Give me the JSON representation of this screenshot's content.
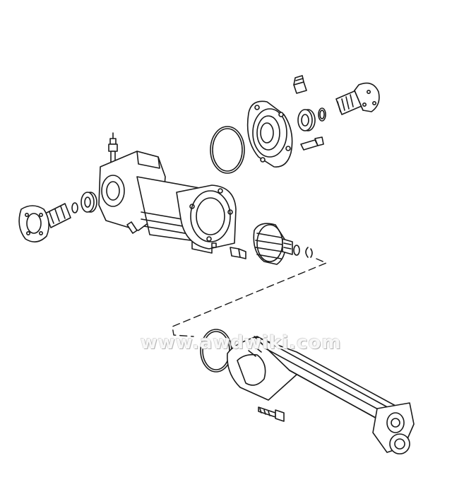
{
  "diagram": {
    "watermark": "www.awdwiki.com",
    "colors": {
      "line": "#1a1a1a",
      "fill": "#ffffff",
      "shade": "#555555"
    },
    "parts": [
      "top-drain-plug",
      "top-hex-bolt",
      "output-flange-right",
      "small-oring",
      "oil-seal-right",
      "bearing-cover",
      "large-oring-upper",
      "breather-valve",
      "input-flange",
      "input-seal",
      "differential-housing",
      "clutch-drum",
      "snap-ring",
      "washer",
      "drain-plug-left",
      "large-oring-lower",
      "mounting-bolt",
      "torque-arm-housing"
    ]
  }
}
